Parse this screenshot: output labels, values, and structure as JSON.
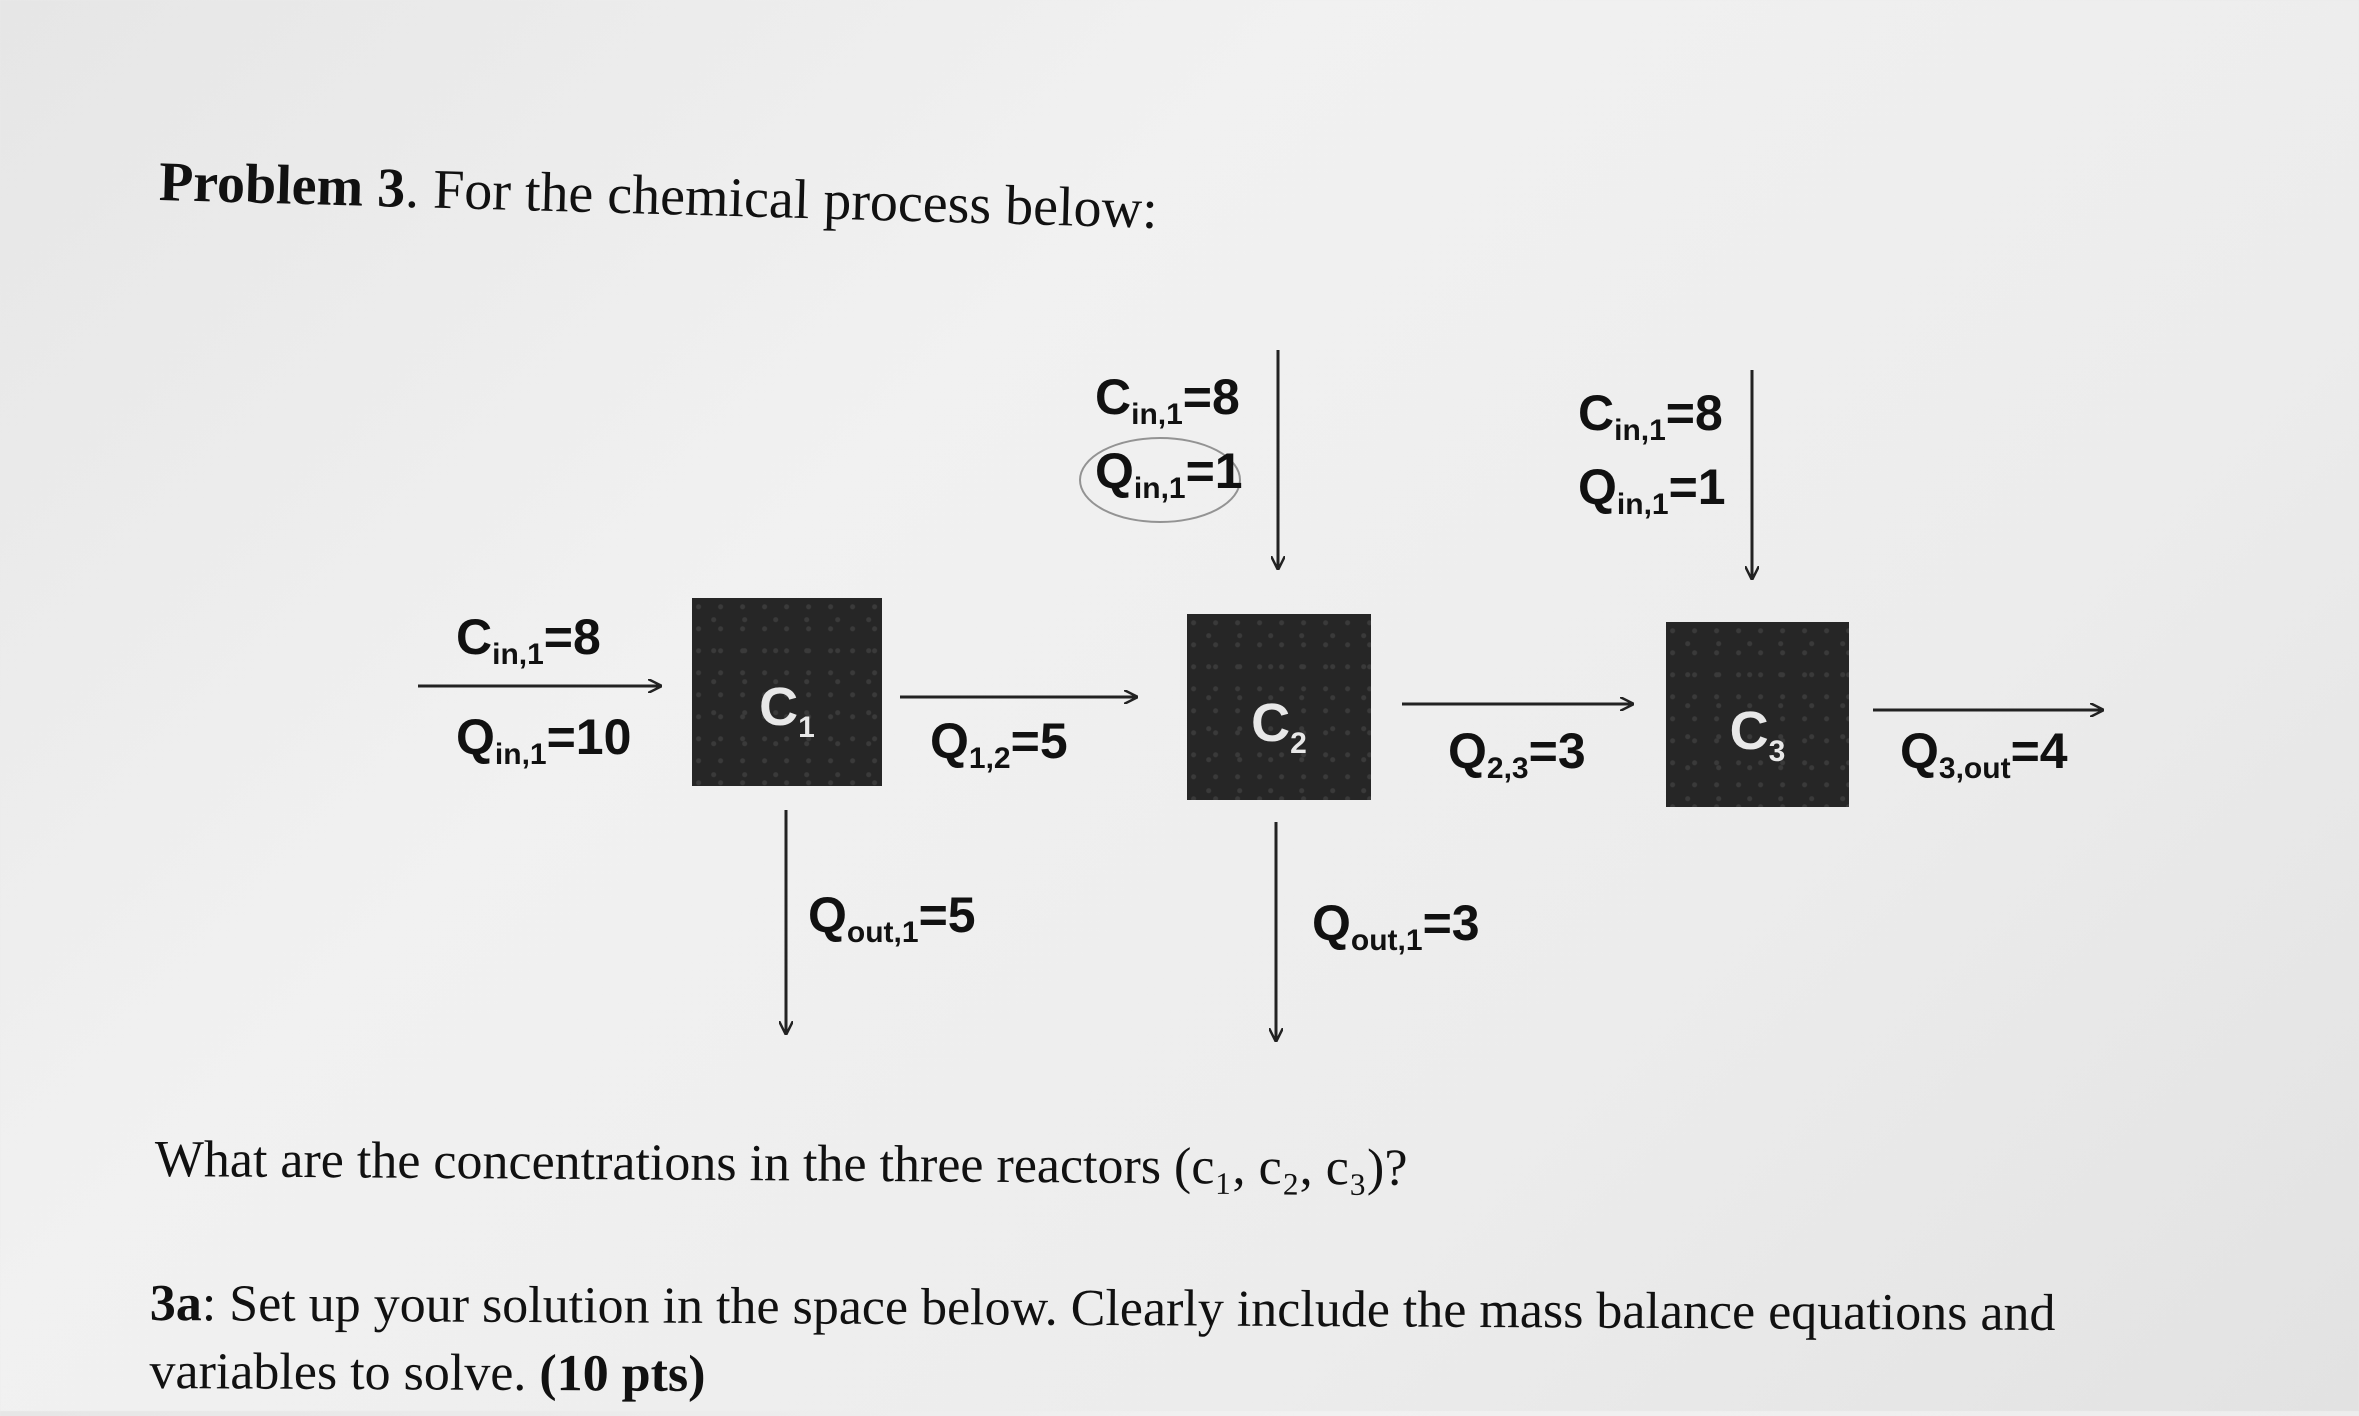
{
  "heading": {
    "prefix": "Problem 3",
    "text": ". For the chemical process below:"
  },
  "diagram": {
    "feed_left": {
      "c_sym": "C",
      "c_sub": "in,1",
      "c_val": "=8",
      "q_sym": "Q",
      "q_sub": "in,1",
      "q_val": "=10"
    },
    "feed_top_1": {
      "c_sym": "C",
      "c_sub": "in,1",
      "c_val": "=8",
      "q_sym": "Q",
      "q_sub": "in,1",
      "q_val": "=1"
    },
    "feed_top_2": {
      "c_sym": "C",
      "c_sub": "in,1",
      "c_val": "=8",
      "q_sym": "Q",
      "q_sub": "in,1",
      "q_val": "=1"
    },
    "reactors": [
      {
        "sym": "C",
        "sub": "1"
      },
      {
        "sym": "C",
        "sub": "2"
      },
      {
        "sym": "C",
        "sub": "3"
      }
    ],
    "flow_12": {
      "sym": "Q",
      "sub": "1,2",
      "val": "=5"
    },
    "flow_23": {
      "sym": "Q",
      "sub": "2,3",
      "val": "=3"
    },
    "flow_3out": {
      "sym": "Q",
      "sub": "3,out",
      "val": "=4"
    },
    "out_1": {
      "sym": "Q",
      "sub": "out,1",
      "val": "=5"
    },
    "out_2": {
      "sym": "Q",
      "sub": "out,1",
      "val": "=3"
    }
  },
  "question": "What are the concentrations in the three reactors (c₁, c₂, c₃)?",
  "part_a": {
    "label": "3a",
    "text": ": Set up your solution in the space below. Clearly include the mass balance equations and",
    "text2": "variables to solve. ",
    "points": "(10 pts)"
  }
}
